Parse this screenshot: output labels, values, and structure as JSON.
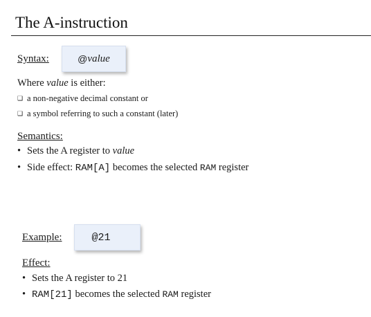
{
  "title": "The A-instruction",
  "syntax": {
    "label": "Syntax:",
    "code_prefix": "@",
    "code_value": "value"
  },
  "where": {
    "prefix": "Where ",
    "value_word": "value",
    "suffix": " is either:",
    "options": [
      "a non-negative decimal constant   or",
      "a symbol referring to such a constant (later)"
    ]
  },
  "semantics": {
    "label": "Semantics:",
    "bullet1_prefix": "Sets the A register to ",
    "bullet1_value": "value",
    "bullet2_prefix": "Side effect: ",
    "bullet2_code": "RAM[A]",
    "bullet2_mid": " becomes the selected ",
    "bullet2_code2": "RAM",
    "bullet2_suffix": " register"
  },
  "example": {
    "label": "Example:",
    "code": "@21"
  },
  "effect": {
    "label": "Effect:",
    "bullet1": "Sets the A register to 21",
    "bullet2_code": "RAM[21]",
    "bullet2_mid": " becomes the selected ",
    "bullet2_code2": "RAM",
    "bullet2_suffix": " register"
  },
  "bullet_glyph": "•",
  "option_glyph": "❑",
  "colors": {
    "code_box_bg": "#eaf0fa",
    "rule": "#222222"
  }
}
